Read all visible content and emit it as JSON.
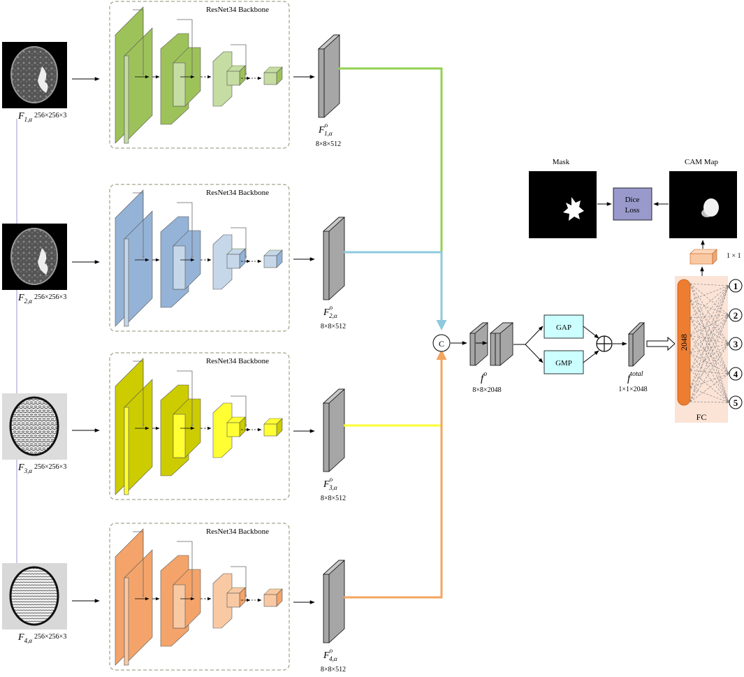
{
  "backbone_title": "ResNet34 Backbone",
  "branches": [
    {
      "name": "1",
      "input_sym": "F",
      "input_sub": "1,α",
      "input_dims": "256×256×3",
      "feat_sym": "F",
      "feat_sup": "o",
      "feat_sub": "1,α",
      "feat_dims": "8×8×512",
      "color": "#9ec25a",
      "light": "#c5dca3",
      "line_color": "#92d050"
    },
    {
      "name": "2",
      "input_sym": "F",
      "input_sub": "2,α",
      "input_dims": "256×256×3",
      "feat_sym": "F",
      "feat_sup": "o",
      "feat_sub": "2,α",
      "feat_dims": "8×8×512",
      "color": "#95b3d7",
      "light": "#c6d7ea",
      "line_color": "#8fc9dd"
    },
    {
      "name": "3",
      "input_sym": "F",
      "input_sub": "3,α",
      "input_dims": "256×256×3",
      "feat_sym": "F",
      "feat_sup": "o",
      "feat_sub": "3,α",
      "feat_dims": "8×8×512",
      "color": "#cccc00",
      "light": "#ffff33",
      "line_color": "#ffff33"
    },
    {
      "name": "4",
      "input_sym": "F",
      "input_sub": "4,α",
      "input_dims": "256×256×3",
      "feat_sym": "F",
      "feat_sup": "o",
      "feat_sub": "4,α",
      "feat_dims": "8×8×512",
      "color": "#f4a46a",
      "light": "#f9c9a4",
      "line_color": "#f4a460"
    }
  ],
  "concat_label": "C",
  "fused": {
    "sym": "f",
    "sup": "o",
    "dims": "8×8×2048"
  },
  "gap_label": "GAP",
  "gmp_label": "GMP",
  "total": {
    "sym": "f",
    "sup": "total",
    "dims": "1×1×2048"
  },
  "fc": {
    "label": "FC",
    "neurons_label": "2048",
    "outputs": [
      "1",
      "2",
      "3",
      "4",
      "5"
    ]
  },
  "cam_size_label": "1 × 1",
  "mask_label": "Mask",
  "cam_label": "CAM Map",
  "dice_label": [
    "Dice",
    "Loss"
  ],
  "colors": {
    "feature_map": "#a6a6a6",
    "gap_gmp_fill": "#ccffff",
    "dice_fill": "#9999cc",
    "fc_bg": "#fbe3d6",
    "fc_bar": "#ed7d31",
    "cam_cube": "#f9c9a4"
  }
}
